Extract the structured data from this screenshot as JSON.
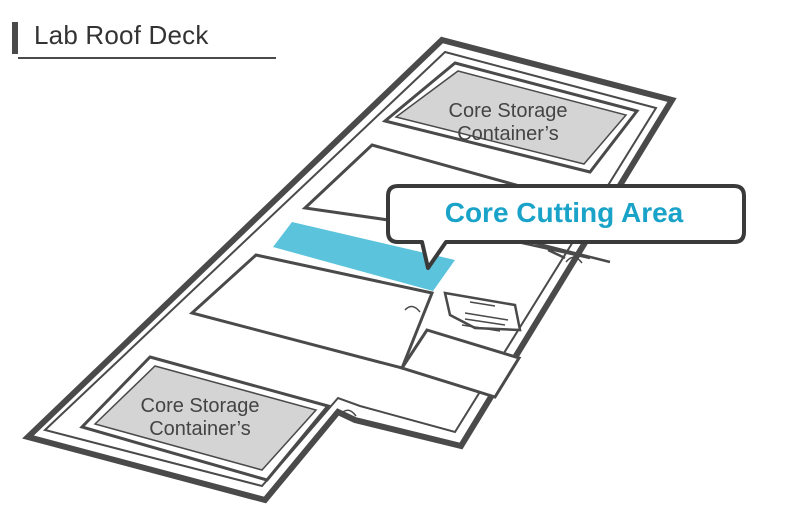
{
  "header": {
    "title": "Lab Roof Deck"
  },
  "rooms": {
    "storage_top": {
      "line1": "Core Storage",
      "line2": "Container’s"
    },
    "storage_bottom": {
      "line1": "Core Storage",
      "line2": "Container’s"
    }
  },
  "callout": {
    "label": "Core Cutting Area"
  },
  "colors": {
    "highlight": "#5bc4dc",
    "callout_text": "#1aa3c8",
    "wall": "#4a4a4a",
    "storage_fill": "#d4d4d4"
  }
}
